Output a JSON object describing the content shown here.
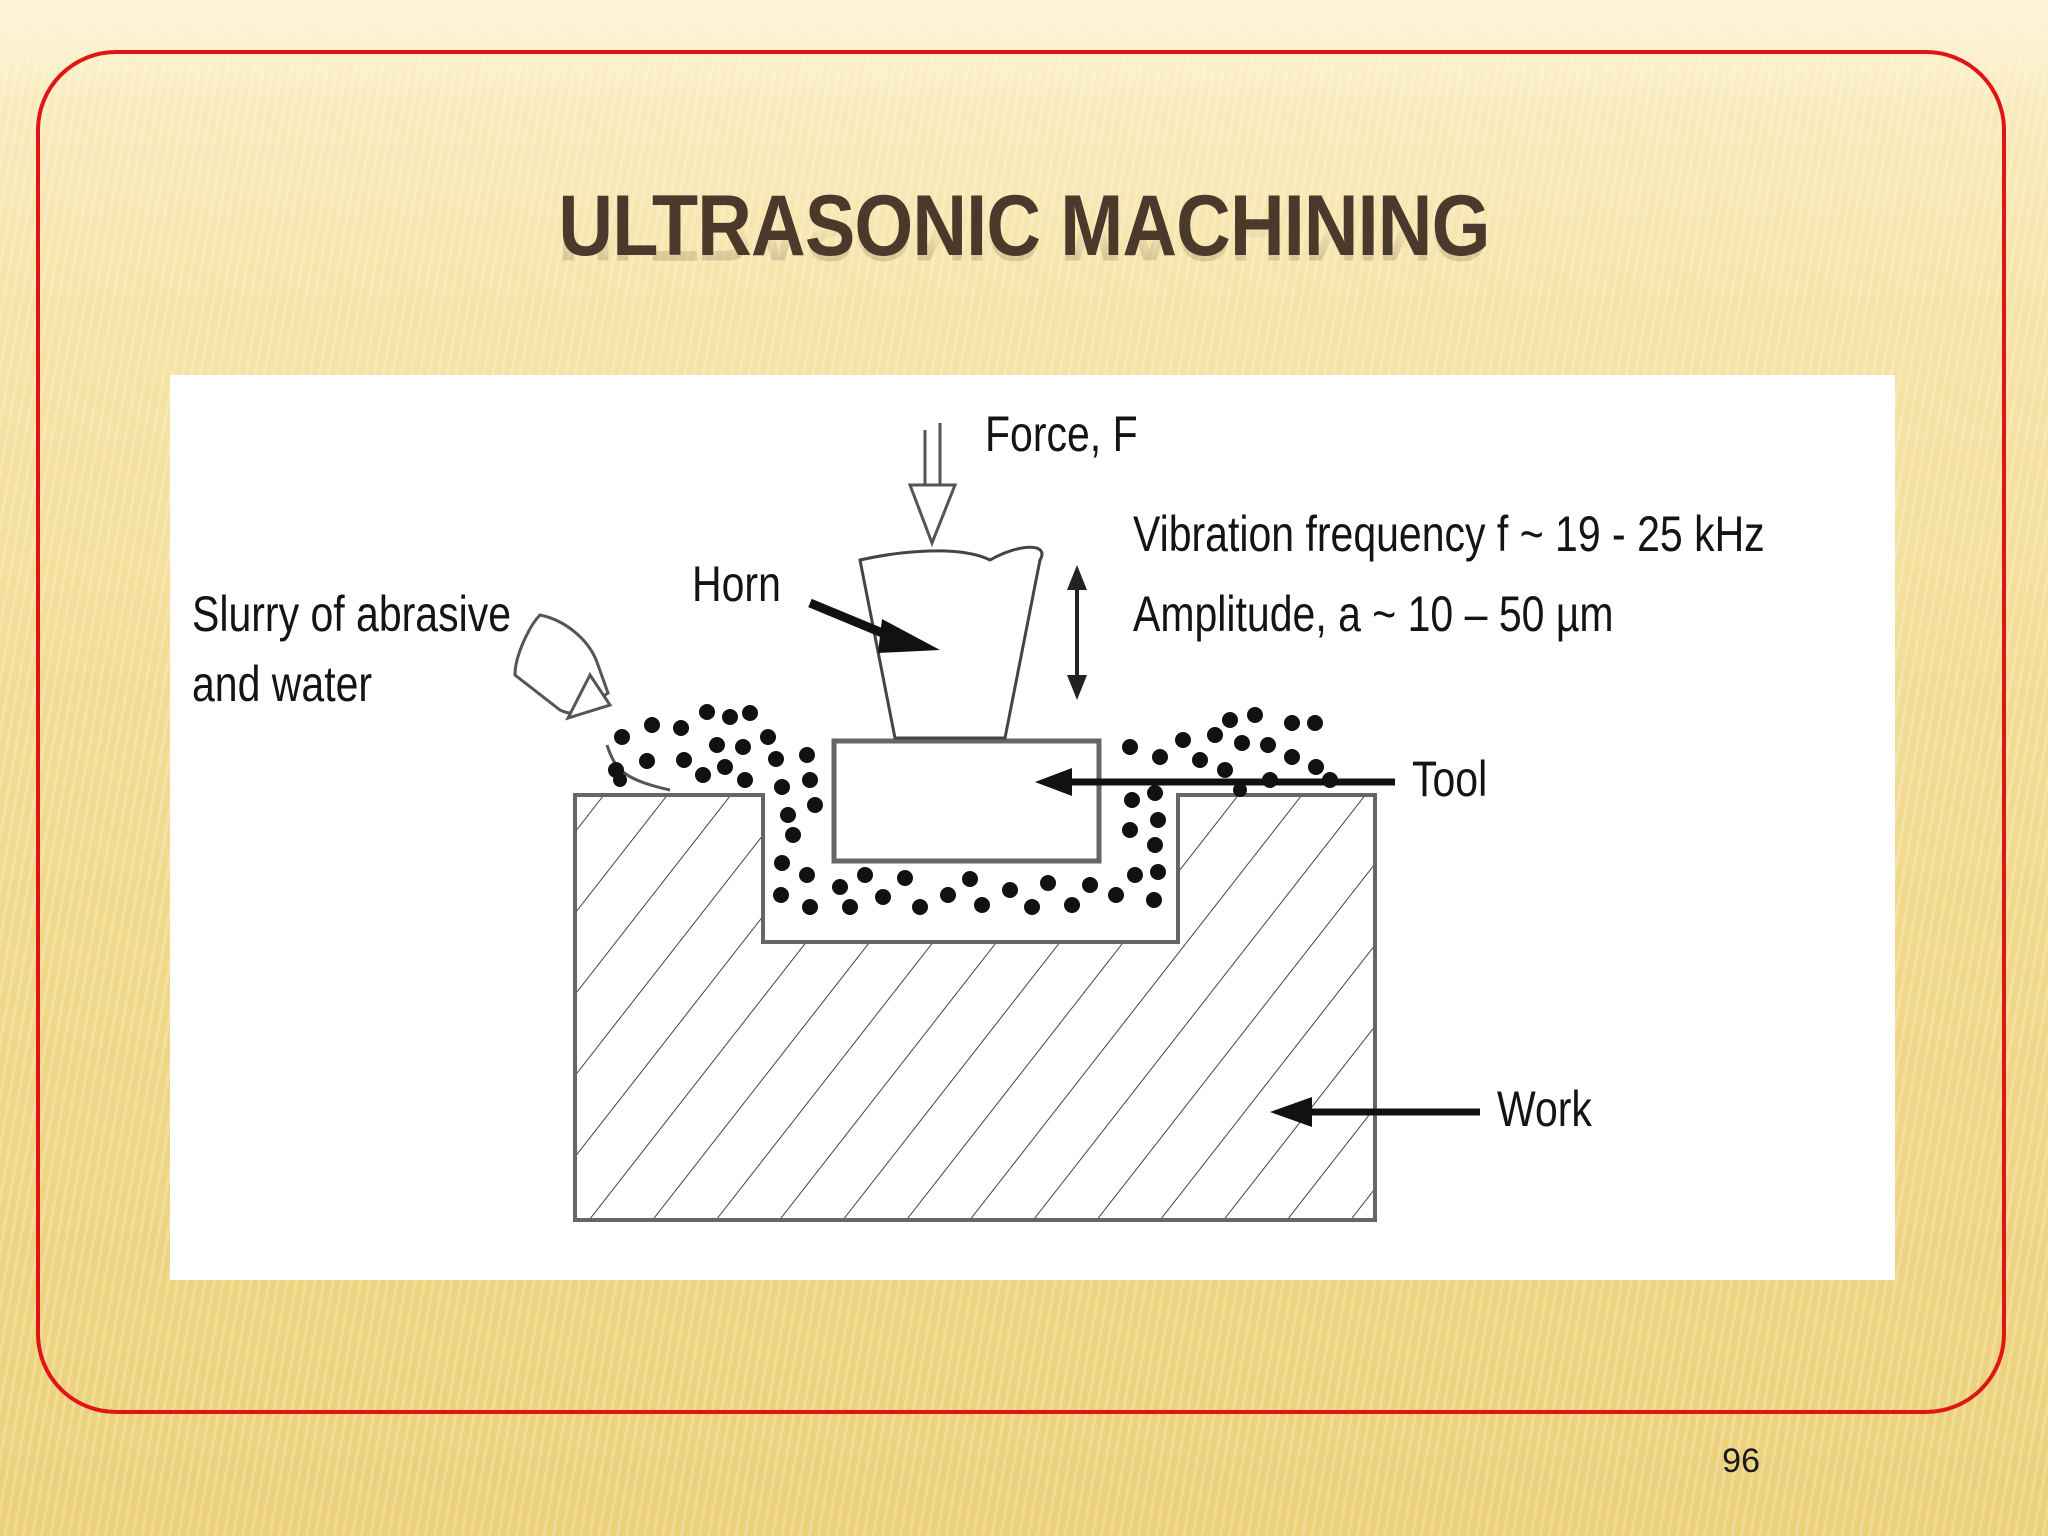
{
  "slide": {
    "title": "ULTRASONIC MACHINING",
    "page_number": "96"
  },
  "diagram": {
    "labels": {
      "force": "Force, F",
      "horn": "Horn",
      "slurry_line1": "Slurry of abrasive",
      "slurry_line2": "and water",
      "vibration": "Vibration frequency f ~ 19 - 25 kHz",
      "amplitude": "Amplitude, a ~ 10 – 50 µm",
      "tool": "Tool",
      "work": "Work"
    }
  },
  "colors": {
    "frame_border": "#e01616",
    "title_text": "#4b3a2b",
    "background": "#f1d98b"
  }
}
